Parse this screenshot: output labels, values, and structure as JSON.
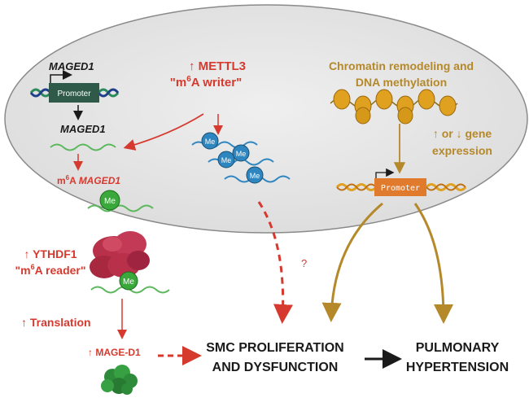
{
  "colors": {
    "red": "#d63a2f",
    "gold": "#b5882a",
    "black": "#1a1a1a",
    "green_rna": "#5cb85c",
    "me_green": "#3aa83a",
    "me_blue": "#2e86c1",
    "promoter_dark": "#2f5a4a",
    "promoter_orange": "#e07a2c",
    "ellipse_fill": "#e6e6e6",
    "ellipse_stroke": "#8a8a8a",
    "ribosome": "#b8304a",
    "protein": "#2e8b3a"
  },
  "gene": {
    "top_name": "MAGED1",
    "promoter": "Promoter",
    "mrna_name": "MAGED1",
    "m6a_prefix": "m",
    "m6a_sup": "6",
    "m6a_mid": "A ",
    "m6a_gene": "MAGED1"
  },
  "writer": {
    "line1": "↑ METTL3",
    "line2_open": "\"m",
    "line2_sup": "6",
    "line2_close": "A writer\""
  },
  "chromatin": {
    "line1": "Chromatin remodeling and",
    "line2": "DNA methylation",
    "expr1": "↑ or ↓ gene",
    "expr2": "expression",
    "promoter": "Promoter"
  },
  "reader": {
    "line1": "↑ YTHDF1",
    "line2_open": "\"m",
    "line2_sup": "6",
    "line2_close": "A reader\""
  },
  "translation": "↑ Translation",
  "protein": "↑ MAGE-D1",
  "question": "?",
  "me_label": "Me",
  "outcome": {
    "smc1": "SMC PROLIFERATION",
    "smc2": "AND DYSFUNCTION",
    "ph1": "PULMONARY",
    "ph2": "HYPERTENSION"
  }
}
